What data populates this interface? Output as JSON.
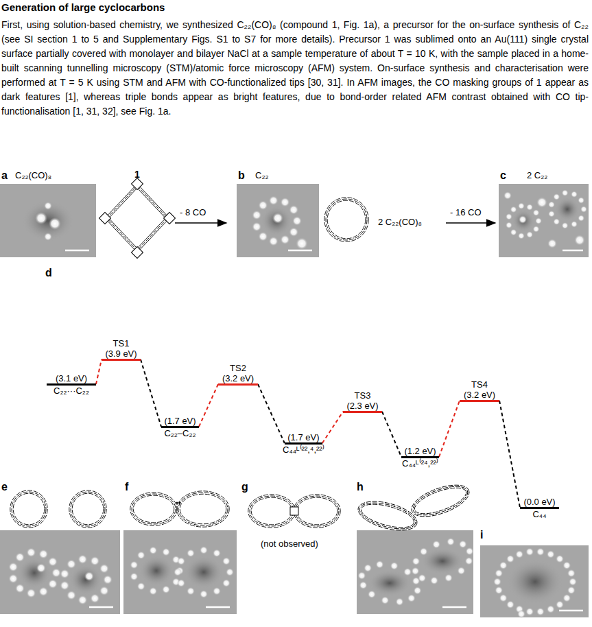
{
  "diagram": {
    "title": "Generation of large cyclocarbons",
    "nodes": [
      {
        "text": [
          "(3.1 eV)",
          "C₂₂···C₂₂"
        ]
      },
      {
        "text": [
          "TS1",
          "(3.9 eV)"
        ]
      },
      {
        "text": [
          "(1.7 eV)",
          "C₂₂–C₂₂"
        ]
      },
      {
        "text": [
          "TS2",
          "(3.2 eV)"
        ]
      },
      {
        "text": [
          "(1.7 eV)",
          "C₄₄ᴸ⁽²²,⁴,²²⁾"
        ]
      },
      {
        "text": [
          "TS3",
          "(2.3 eV)"
        ]
      },
      {
        "text": [
          "(1.2 eV)",
          "C₄₄ᴸ⁽²⁴,²²⁾"
        ]
      },
      {
        "text": [
          "TS4",
          "(3.2 eV)"
        ]
      },
      {
        "text": [
          "(0.0 eV)",
          "C₄₄"
        ]
      }
    ],
    "edges": [
      {
        "from": 0,
        "to": 1,
        "arrow": "none"
      },
      {
        "from": 1,
        "to": 2,
        "arrow": "none"
      },
      {
        "from": 2,
        "to": 3,
        "arrow": "none"
      },
      {
        "from": 3,
        "to": 4,
        "arrow": "none"
      },
      {
        "from": 4,
        "to": 5,
        "arrow": "none"
      },
      {
        "from": 5,
        "to": 6,
        "arrow": "none"
      },
      {
        "from": 6,
        "to": 7,
        "arrow": "none"
      },
      {
        "from": 7,
        "to": 8,
        "arrow": "none"
      }
    ],
    "labels": [
      "First, using solution-based chemistry, we synthesized C₂₂(CO)₈ (compound 1, Fig. 1a), a precursor for the on-surface synthesis of C₂₂ (see SI section 1 to 5 and Supplementary Figs. S1 to S7 for more details). Precursor 1 was sublimed onto an Au(111) single crystal surface partially covered with monolayer and bilayer NaCl at a sample temperature of about T = 10 K, with the sample placed in a home-built scanning tunnelling microscopy (STM)/atomic force microscopy (AFM) system. On-surface synthesis and characterisation were performed at T = 5 K using STM and AFM with CO-functionalized tips [30, 31]. In AFM images, the CO masking groups of 1 appear as dark features [1], whereas triple bonds appear as bright features, due to bond-order related AFM contrast obtained with CO tip-functionalisation [1, 31, 32], see Fig. 1a.",
      "a",
      "C₂₂(CO)₈",
      "1",
      "- 8 CO",
      "b",
      "C₂₂",
      "2 C₂₂(CO)₈",
      "- 16 CO",
      "c",
      "2 C₂₂",
      "d",
      "e",
      "f",
      "g",
      "(not observed)",
      "h",
      "i"
    ]
  }
}
